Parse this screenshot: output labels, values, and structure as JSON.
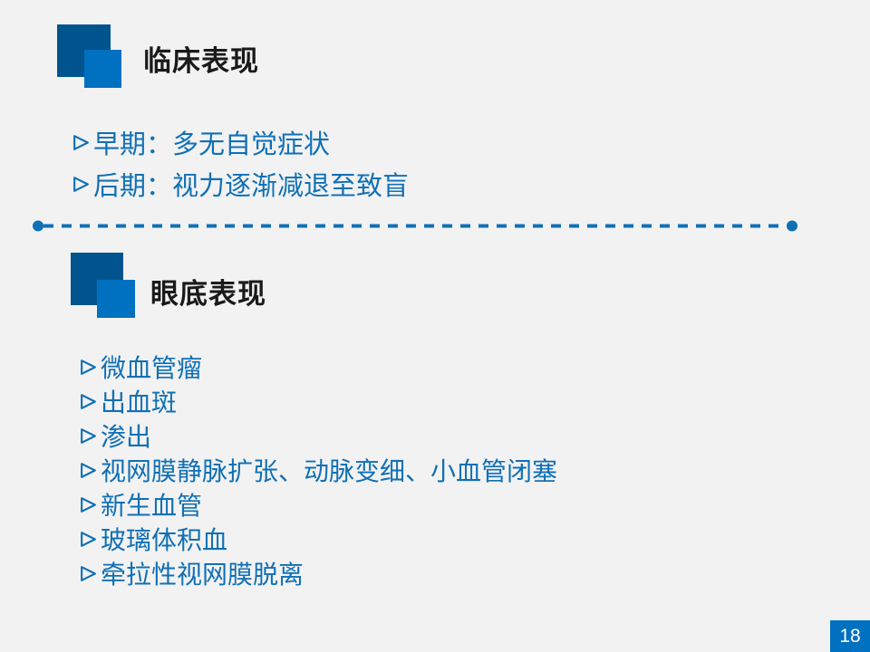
{
  "slide": {
    "background_color": "#F2F2F3",
    "page_number": "18"
  },
  "colors": {
    "icon_dark_square": "#00548E",
    "icon_light_square": "#0070C0",
    "heading_text": "#1A1A1A",
    "body_text_blue": "#1070B4",
    "divider_blue": "#1070B4",
    "page_badge_background": "#0070C0",
    "page_badge_text": "#FFFFFF"
  },
  "icons": {
    "bullet_icon": "arrowhead-right",
    "header_icon": "overlapping-squares"
  },
  "section_clinical": {
    "title": "临床表现",
    "bullets": [
      {
        "text": "早期：多无自觉症状"
      },
      {
        "text": "后期：视力逐渐减退至致盲"
      }
    ]
  },
  "section_fundus": {
    "title": "眼底表现",
    "bullets": [
      {
        "text": "微血管瘤"
      },
      {
        "text": "出血斑"
      },
      {
        "text": "渗出"
      },
      {
        "text": "视网膜静脉扩张、动脉变细、小血管闭塞"
      },
      {
        "text": "新生血管"
      },
      {
        "text": "玻璃体积血"
      },
      {
        "text": "牵拉性视网膜脱离"
      }
    ]
  }
}
